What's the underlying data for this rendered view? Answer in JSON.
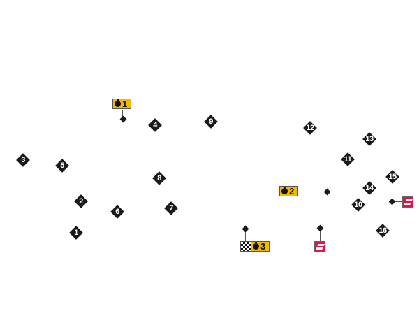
{
  "turns": [
    "1",
    "2",
    "3",
    "4",
    "5",
    "6",
    "7",
    "8",
    "9",
    "10",
    "11",
    "12",
    "13",
    "14",
    "15",
    "16"
  ],
  "sectors": [
    {
      "label": "1",
      "icon": "timer-icon"
    },
    {
      "label": "2",
      "icon": "timer-icon"
    },
    {
      "label": "3",
      "icon": "timer-icon"
    }
  ],
  "finish": {
    "icon": "checkered-flag-icon"
  },
  "drs_zones": [
    {
      "icon": "drs-icon"
    },
    {
      "icon": "drs-icon"
    }
  ],
  "colors": {
    "sector": "#f5b800",
    "drs": "#e0134a",
    "marker": "#1a1a1a"
  }
}
